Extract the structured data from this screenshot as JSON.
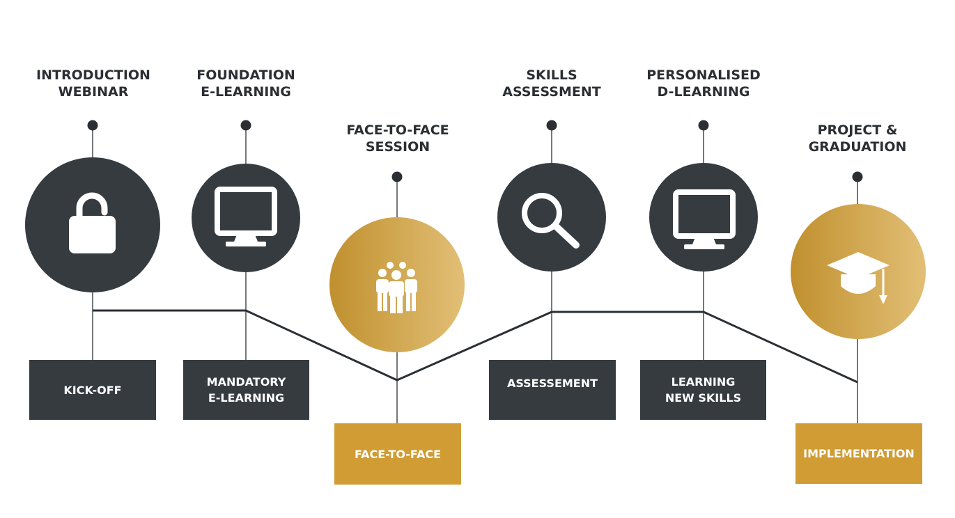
{
  "stages": [
    {
      "title": "INTRODUCTION\nWEBINAR",
      "label": "KICK-OFF",
      "icon": "padlock-icon",
      "style": "dark"
    },
    {
      "title": "FOUNDATION\nE-LEARNING",
      "label": "MANDATORY\nE-LEARNING",
      "icon": "monitor-icon",
      "style": "dark"
    },
    {
      "title": "FACE-TO-FACE\nSESSION",
      "label": "FACE-TO-FACE",
      "icon": "people-group-icon",
      "style": "gold"
    },
    {
      "title": "SKILLS\nASSESSMENT",
      "label": "ASSESSEMENT",
      "icon": "magnifier-icon",
      "style": "dark"
    },
    {
      "title": "PERSONALISED\nD-LEARNING",
      "label": "LEARNING\nNEW SKILLS",
      "icon": "monitor-icon",
      "style": "dark"
    },
    {
      "title": "PROJECT &\nGRADUATION",
      "label": "IMPLEMENTATION",
      "icon": "graduation-cap-icon",
      "style": "gold"
    }
  ],
  "colors": {
    "dark": "#363b40",
    "gold": "#d09c33",
    "gold_light": "#e0bd72",
    "line": "#2b2f33"
  }
}
